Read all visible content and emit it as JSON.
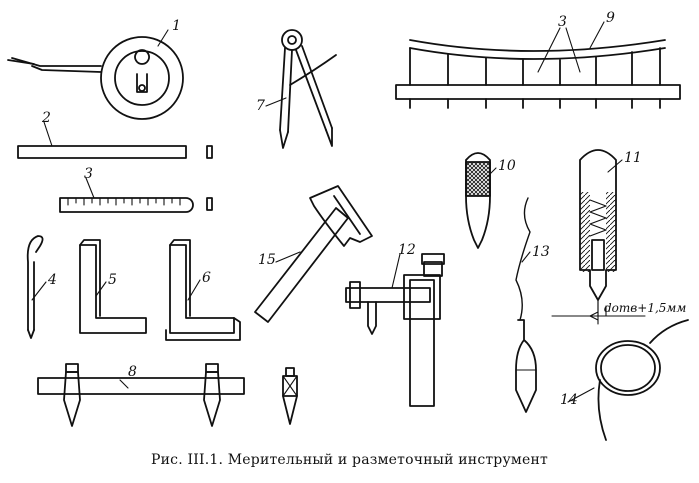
{
  "figure": {
    "caption": "Рис. III.1. Мерительный и разметочный инструмент",
    "dimension_note": "dотв+1,5мм",
    "labels": {
      "l1": "1",
      "l2": "2",
      "l3": "3",
      "l3b": "3",
      "l4": "4",
      "l5": "5",
      "l6": "6",
      "l7": "7",
      "l8": "8",
      "l9": "9",
      "l10": "10",
      "l11": "11",
      "l12": "12",
      "l13": "13",
      "l14": "14",
      "l15": "15"
    }
  }
}
